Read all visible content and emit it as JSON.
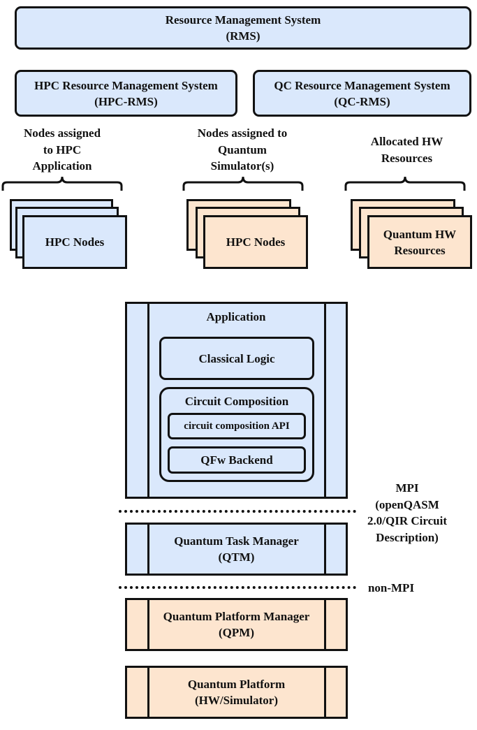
{
  "top": {
    "rms": "Resource Management System\n(RMS)",
    "hpc_rms": "HPC Resource Management System\n(HPC-RMS)",
    "qc_rms": "QC Resource Management System\n(QC-RMS)"
  },
  "groups": {
    "hpc_app_label": "Nodes assigned\nto HPC\nApplication",
    "hpc_app_nodes": "HPC Nodes",
    "qsim_label": "Nodes assigned to\nQuantum\nSimulator(s)",
    "qsim_nodes": "HPC Nodes",
    "qhw_label": "Allocated HW\nResources",
    "qhw_nodes": "Quantum HW\nResources"
  },
  "stack": {
    "application": "Application",
    "classical_logic": "Classical Logic",
    "circuit_composition": "Circuit Composition",
    "circuit_api": "circuit composition API",
    "qfw_backend": "QFw Backend",
    "qtm": "Quantum Task Manager\n(QTM)",
    "qpm": "Quantum Platform Manager\n(QPM)",
    "platform": "Quantum Platform\n(HW/Simulator)"
  },
  "interfaces": {
    "mpi": "MPI\n(openQASM\n2.0/QIR Circuit\nDescription)",
    "non_mpi": "non-MPI"
  },
  "colors": {
    "blue": "#dae8fc",
    "orange": "#fde5cf",
    "stroke": "#111111"
  }
}
